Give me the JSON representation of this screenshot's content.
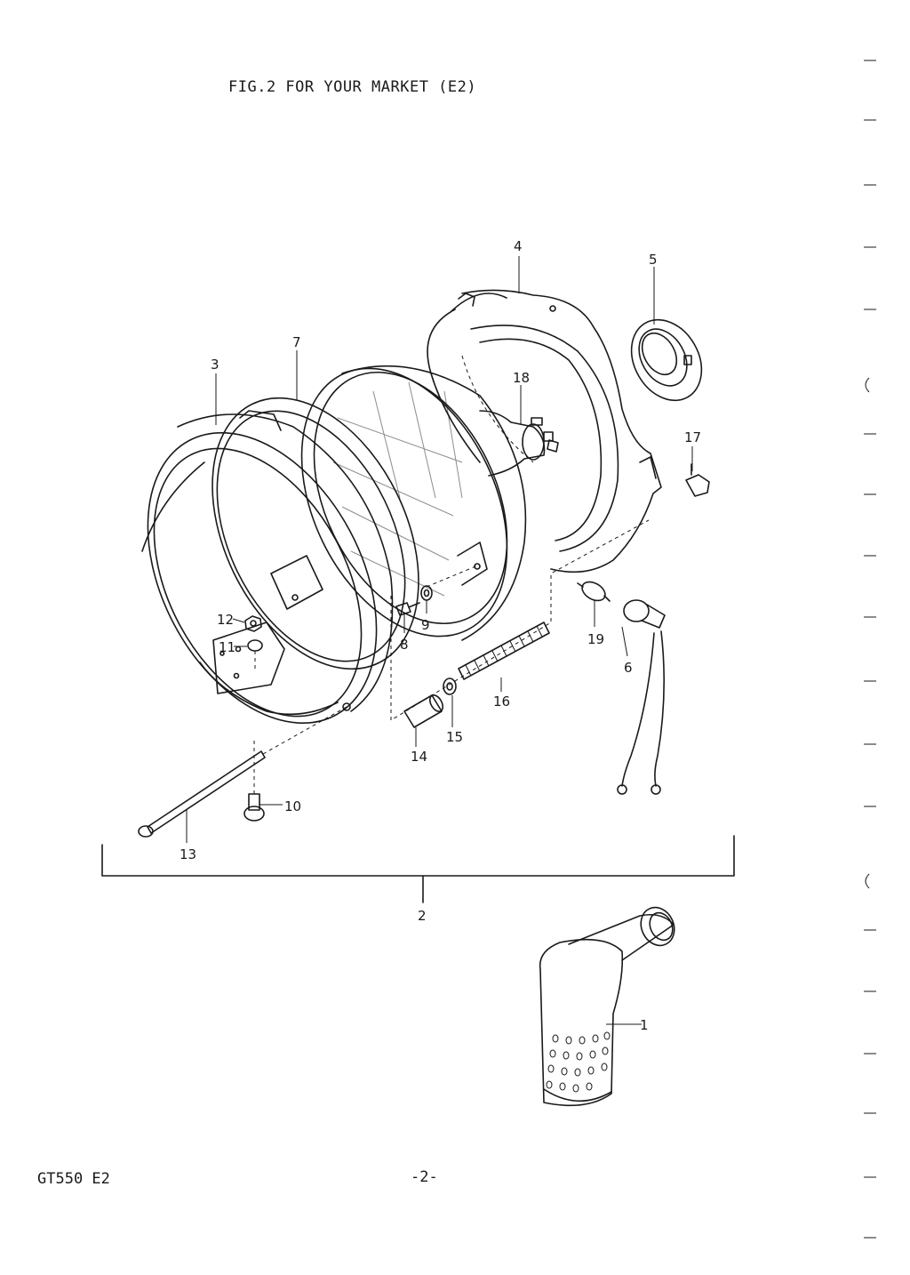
{
  "header": {
    "title": "FIG.2  FOR YOUR MARKET (E2)"
  },
  "footer": {
    "model": "GT550 E2",
    "page": "-2-"
  },
  "callouts": {
    "c1": "1",
    "c2": "2",
    "c3": "3",
    "c4": "4",
    "c5": "5",
    "c6": "6",
    "c7": "7",
    "c8": "8",
    "c9": "9",
    "c10": "10",
    "c11": "11",
    "c12": "12",
    "c13": "13",
    "c14": "14",
    "c15": "15",
    "c16": "16",
    "c17": "17",
    "c18": "18",
    "c19": "19"
  }
}
